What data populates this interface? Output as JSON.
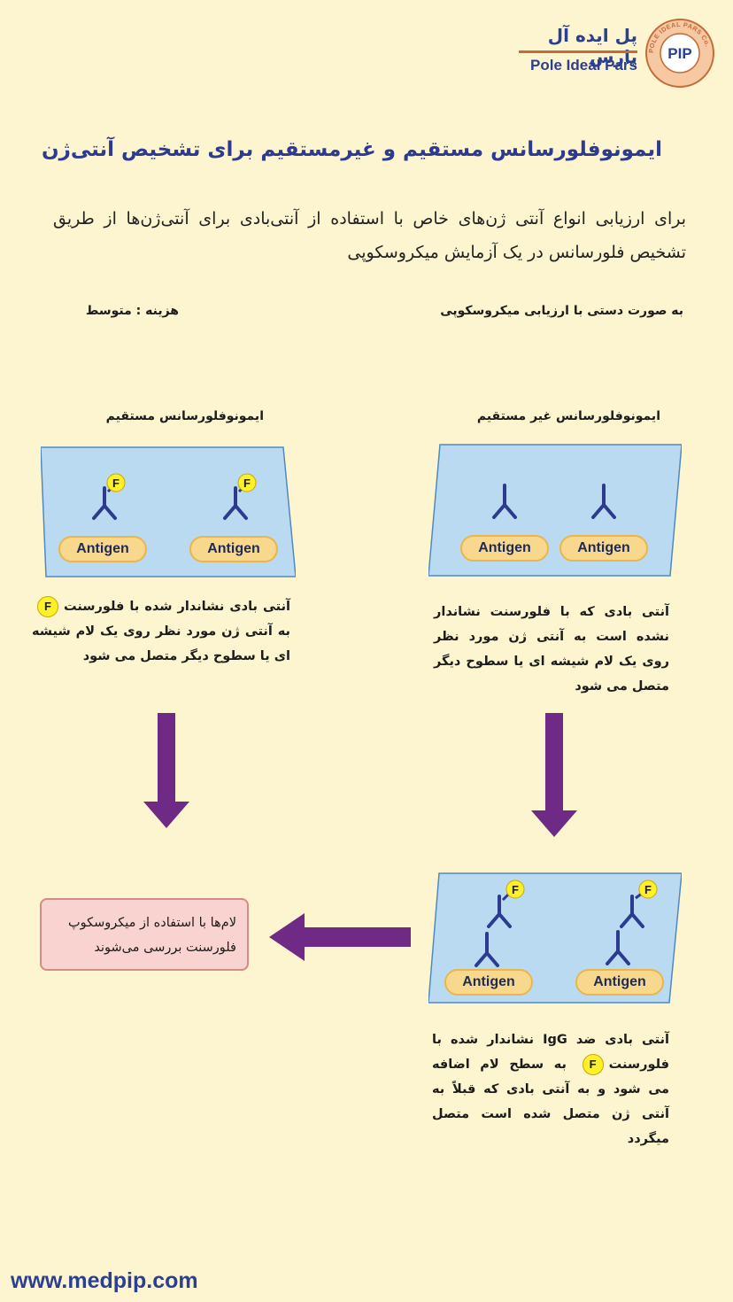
{
  "header": {
    "logo_fa": "پل ایده آل پارس",
    "logo_en": "Pole Ideal Pars",
    "seal_text": "POLE IDEAL PARS Co.",
    "seal_monogram": "PIP"
  },
  "title": "ایمونوفلورسانس مستقیم و غیرمستقیم برای تشخیص آنتی‌ژن",
  "intro": "برای ارزیابی انواع آنتی ژن‌های خاص با استفاده از آنتی‌بادی برای آنتی‌ژن‌ها از طریق تشخیص فلورسانس در یک آزمایش میکروسکوپی",
  "info": {
    "method": "به صورت دستی  با ارزیابی میکروسکوپی",
    "cost": "هزینه :  متوسط"
  },
  "indirect": {
    "title": "ایمونوفلورسانس غیر مستقیم",
    "antigen_labels": [
      "Antigen",
      "Antigen"
    ],
    "description": "آنتی بادی که با فلورسنت نشاندار نشده است به آنتی ژن مورد نظر روی یک لام شیشه ای یا سطوح دیگر متصل می شود",
    "step2_antigen_labels": [
      "Antigen",
      "Antigen"
    ],
    "step2_f_labels": [
      "F",
      "F"
    ],
    "step2_desc_part1": "آنتی بادی ضد IgG نشاندار شده با فلورسنت",
    "step2_desc_f": "F",
    "step2_desc_part2": "به سطح لام اضافه می شود و به آنتی بادی که قبلاً به آنتی ژن متصل شده است متصل میگردد"
  },
  "direct": {
    "title": "ایمونوفلورسانس مستقیم",
    "antigen_labels": [
      "Antigen",
      "Antigen"
    ],
    "f_labels": [
      "F",
      "F"
    ],
    "desc_part1": "آنتی بادی نشاندار شده با فلورسنت",
    "desc_f": "F",
    "desc_part2": "به آنتی ژن مورد نظر روی یک لام شیشه ای یا سطوح دیگر متصل می شود"
  },
  "result": "لام‌ها با استفاده از میکروسکوپ فلورسنت بررسی می‌شوند",
  "footer": {
    "url": "www.medpip.com"
  },
  "colors": {
    "background": "#fdf5cf",
    "title": "#2d3a91",
    "slide": "#b9daf0",
    "antibody": "#2c3b8e",
    "antigen": "#f8d88c",
    "fluorescent": "#fff02a",
    "arrow": "#6f2a86",
    "result_box": "#f9d3cf"
  }
}
